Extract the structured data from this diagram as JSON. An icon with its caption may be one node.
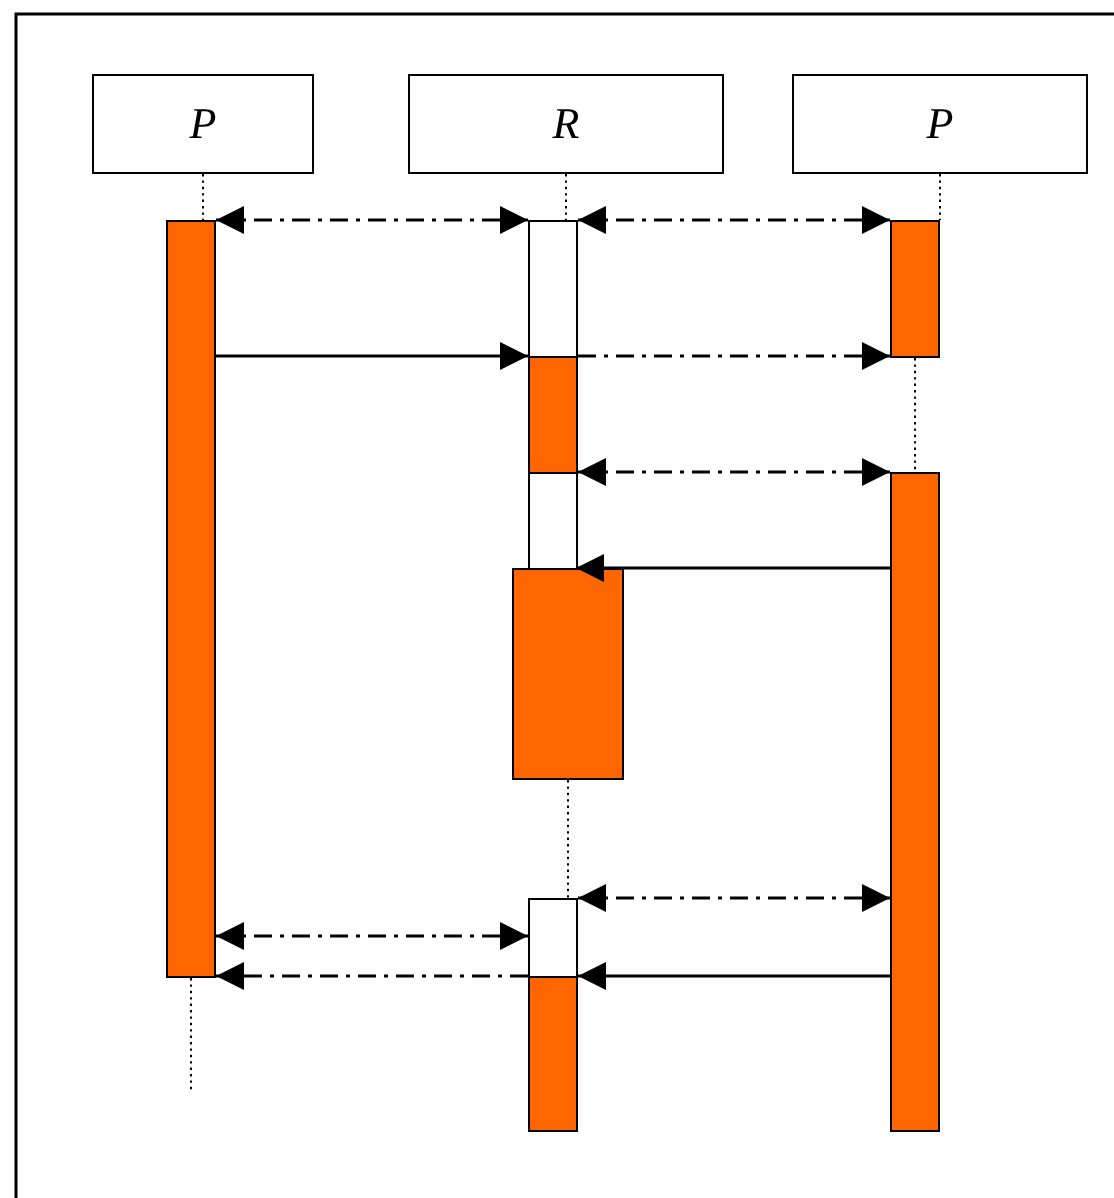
{
  "diagram": {
    "nodes": [
      {
        "text": [
          "P"
        ]
      },
      {
        "text": [
          "R"
        ]
      },
      {
        "text": [
          "P"
        ]
      },
      {
        "text": [],
        "shape": "bar"
      },
      {
        "text": [],
        "shape": "bar"
      },
      {
        "text": [],
        "shape": "bar"
      },
      {
        "text": [],
        "shape": "bar"
      },
      {
        "text": [],
        "shape": "bar"
      },
      {
        "text": [],
        "shape": "bar"
      },
      {
        "text": [],
        "shape": "bar"
      },
      {
        "text": [],
        "shape": "bar"
      },
      {
        "text": [],
        "shape": "bar"
      }
    ],
    "edges": [
      {
        "from": 3,
        "to": 4,
        "arrow": "both",
        "style": "dashed"
      },
      {
        "from": 4,
        "to": 5,
        "arrow": "both",
        "style": "dashed"
      },
      {
        "from": 3,
        "to": 6,
        "arrow": "to"
      },
      {
        "from": 6,
        "to": 5,
        "arrow": "to",
        "style": "dashed"
      },
      {
        "from": 7,
        "to": 8,
        "arrow": "both",
        "style": "dashed"
      },
      {
        "from": 8,
        "to": 7,
        "arrow": "to"
      },
      {
        "from": 10,
        "to": 8,
        "arrow": "both",
        "style": "dashed"
      },
      {
        "from": 3,
        "to": 10,
        "arrow": "both",
        "style": "dashed"
      },
      {
        "from": 8,
        "to": 11,
        "arrow": "to"
      },
      {
        "from": 11,
        "to": 3,
        "arrow": "to",
        "style": "dashed"
      },
      {
        "from": 0,
        "to": 3,
        "arrow": "none",
        "style": "dashed"
      },
      {
        "from": 1,
        "to": 4,
        "arrow": "none",
        "style": "dashed"
      },
      {
        "from": 2,
        "to": 5,
        "arrow": "none",
        "style": "dashed"
      },
      {
        "from": 5,
        "to": 8,
        "arrow": "none",
        "style": "dashed"
      },
      {
        "from": 9,
        "to": 10,
        "arrow": "none",
        "style": "dashed"
      },
      {
        "from": 3,
        "to": null,
        "arrow": "none",
        "style": "dashed"
      }
    ]
  }
}
